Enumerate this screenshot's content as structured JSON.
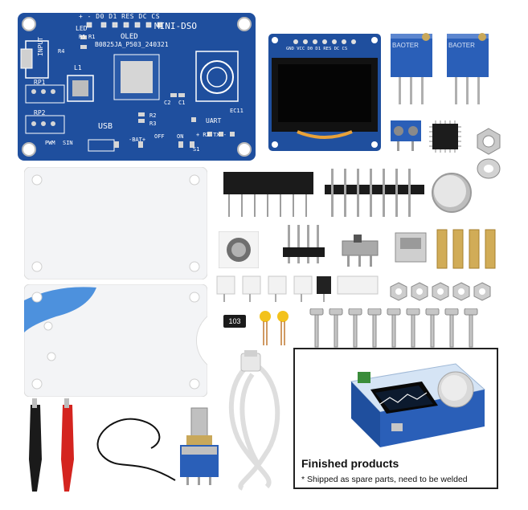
{
  "pcb": {
    "board_name": "MINI-DSO",
    "oled_label": "OLED",
    "part_code": "B0825JA_P503_240321",
    "header_pins": "+ - D0 D1 RES DC CS",
    "led": "LED",
    "r5": "R5",
    "r1": "R1",
    "r4": "R4",
    "l1": "L1",
    "input": "INPUT",
    "rp1": "RP1",
    "rp2": "RP2",
    "usb": "USB",
    "pwm": "PWM",
    "sin": "SIN",
    "bat": "-BAT+",
    "off": "OFF",
    "on": "ON",
    "s1": "S1",
    "uart": "UART",
    "uart_pins": "+ RX TX -",
    "ec11": "EC11",
    "r2": "R2",
    "r3": "R3",
    "c1": "C1",
    "c2": "C2"
  },
  "oled_module": {
    "pins": "GND VCC D0 D1 RES DC CS"
  },
  "trimpot": {
    "brand": "BAOTER"
  },
  "resistor_code": "103",
  "finished": {
    "title": "Finished products",
    "note": "* Shipped as spare parts, need to be welded"
  },
  "colors": {
    "pcb_blue": "#1f4f9e",
    "trimpot_blue": "#2a5fb8",
    "probe_red": "#d4241f",
    "probe_black": "#1a1a1a"
  }
}
